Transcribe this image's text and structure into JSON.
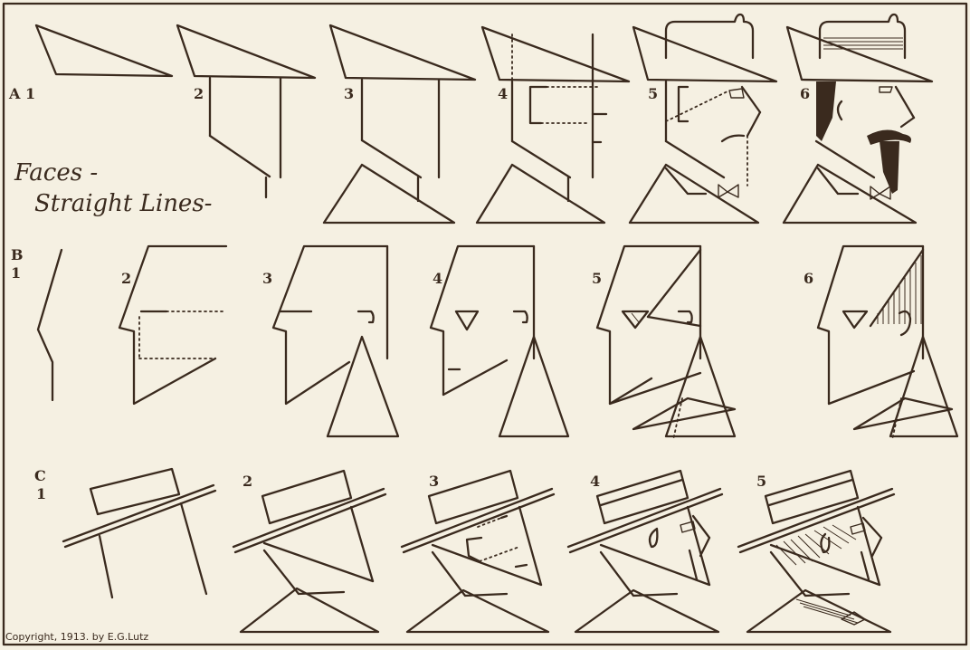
{
  "title": {
    "line1": "Faces -",
    "line2": "Straight Lines-"
  },
  "labels": {
    "a1": "A 1",
    "a2": "2",
    "a3": "3",
    "a4": "4",
    "a5": "5",
    "a6": "6",
    "b": "B",
    "b1": "1",
    "b2": "2",
    "b3": "3",
    "b4": "4",
    "b5": "5",
    "b6": "6",
    "c": "C",
    "c1": "1",
    "c2": "2",
    "c3": "3",
    "c4": "4",
    "c5": "5"
  },
  "copyright": "Copyright, 1913. by E.G.Lutz"
}
